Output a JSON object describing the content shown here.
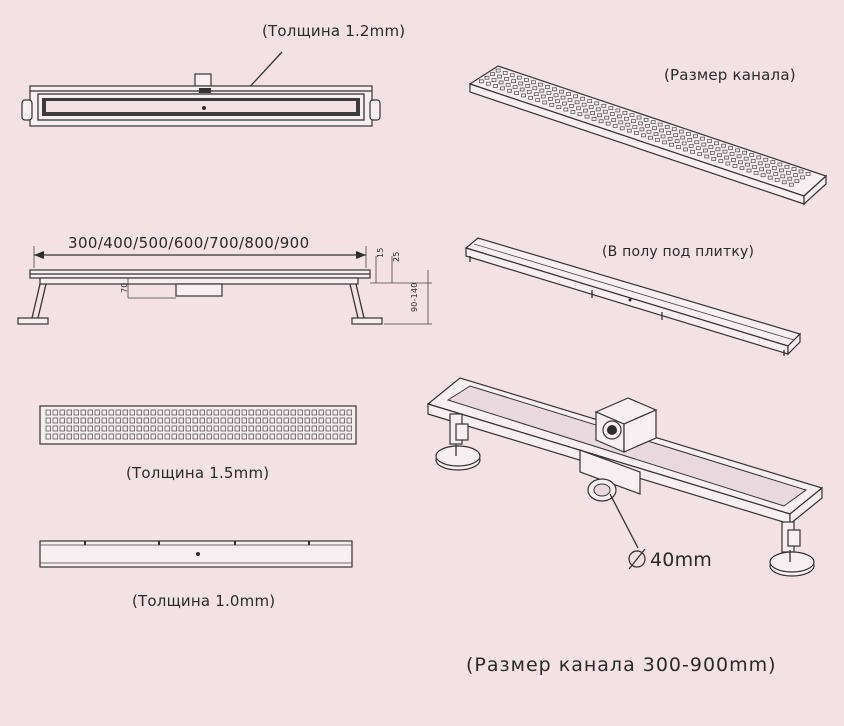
{
  "labels": {
    "thickness_top": "(Толщина 1.2mm)",
    "channel_size": "(Размер канала)",
    "lengths": "300/400/500/600/700/800/900",
    "floor_tile": "(В полу под плитку)",
    "thickness_grate": "(Толщина 1.5mm)",
    "thickness_bottom": "(Толщина 1.0mm)",
    "outlet_diameter": "40mm",
    "channel_range": "(Размер канала 300-900mm)"
  },
  "dimensions": {
    "d15": "15",
    "d25": "25",
    "d70": "70",
    "d90_140": "90-140"
  },
  "colors": {
    "background": "#f3e1e6",
    "ink": "#2a2a2a"
  }
}
